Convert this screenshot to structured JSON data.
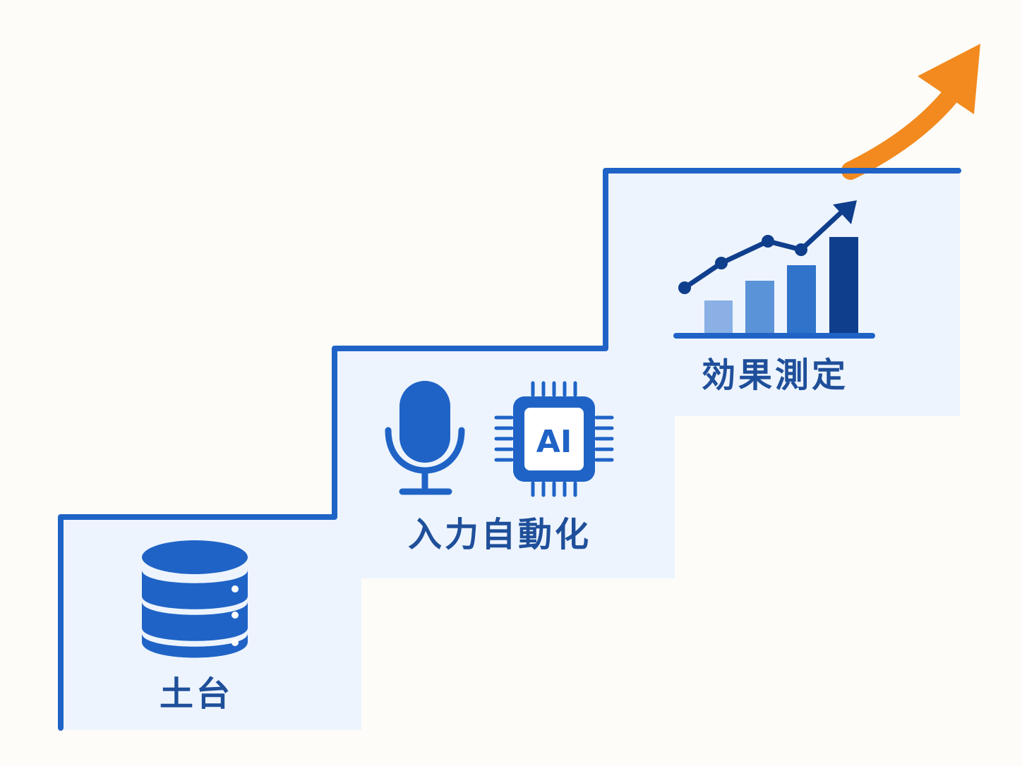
{
  "steps": [
    {
      "label": "土台",
      "icon": "database-icon"
    },
    {
      "label": "入力自動化",
      "icons": [
        "microphone-icon",
        "ai-chip-icon"
      ],
      "chip_text": "AI"
    },
    {
      "label": "効果測定",
      "icon": "bar-chart-trend-icon"
    }
  ],
  "growth_arrow": {
    "icon": "growth-arrow-icon",
    "color": "#f28a1f"
  },
  "colors": {
    "stair_line": "#1f63c6",
    "step_fill": "#edf4fd",
    "icon_blue": "#1f63c6",
    "icon_dark": "#0f3e8c",
    "text": "#1f4f9a",
    "background": "#fdfcf8"
  }
}
